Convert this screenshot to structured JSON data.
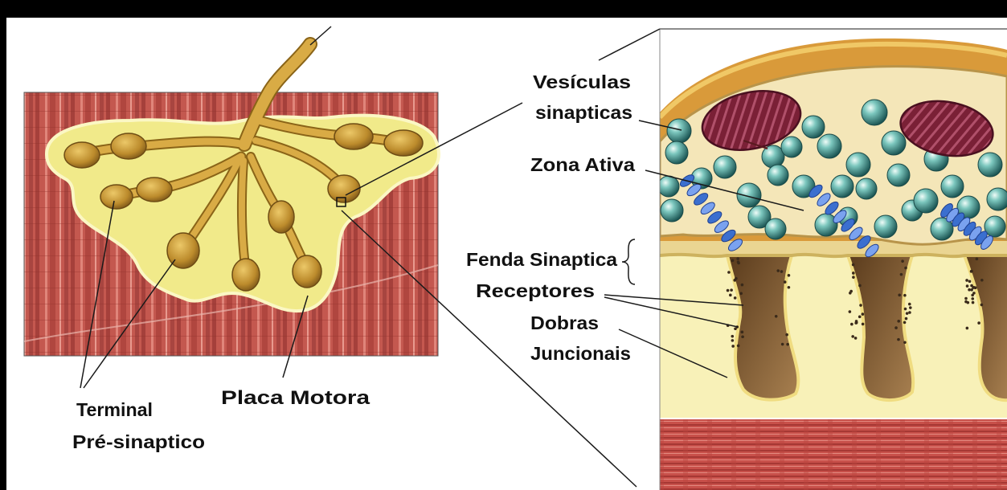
{
  "labels": {
    "vesiculas_line1": "Vesículas",
    "vesiculas_line2": "sinapticas",
    "zona_ativa": "Zona Ativa",
    "fenda_sinaptica": "Fenda Sinaptica",
    "receptores": "Receptores",
    "dobras_line1": "Dobras",
    "dobras_line2": "Juncionais",
    "terminal_line1": "Terminal",
    "terminal_line2": "Pré-sinaptico",
    "placa_motora": "Placa Motora"
  },
  "colors": {
    "muscle": "#c4584f",
    "motor_plate": "#f1ea8a",
    "nerve": "#d9ab45",
    "vesicle": "#3f9e97",
    "mitochondrion": "#7a2036",
    "active_zone": "#3b6fcf",
    "junctional_fold": "#7a5a30"
  }
}
